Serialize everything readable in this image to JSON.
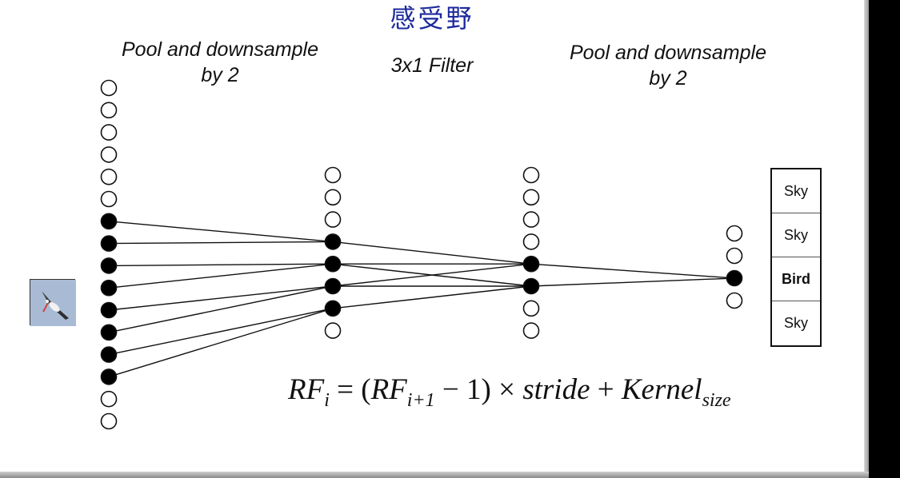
{
  "title": "感受野",
  "labels": {
    "pool_left_line1": "Pool and downsample",
    "pool_left_line2": "by 2",
    "filter": "3x1 Filter",
    "pool_right_line1": "Pool and downsample",
    "pool_right_line2": "by 2"
  },
  "classes": [
    {
      "label": "Sky",
      "bold": false
    },
    {
      "label": "Sky",
      "bold": false
    },
    {
      "label": "Bird",
      "bold": true
    },
    {
      "label": "Sky",
      "bold": false
    }
  ],
  "formula": {
    "lhs": "RF",
    "lhs_sub": "i",
    "eq": " = (",
    "mid": "RF",
    "mid_sub": "i+1",
    "rest_plain": " − 1) × ",
    "stride": "stride",
    "plus": " + ",
    "kernel": "Kernel",
    "kernel_sub": "size"
  },
  "layers": [
    {
      "name": "input",
      "filled": [
        false,
        false,
        false,
        false,
        false,
        false,
        true,
        true,
        true,
        true,
        true,
        true,
        true,
        true,
        false,
        false
      ]
    },
    {
      "name": "pool1",
      "filled": [
        false,
        false,
        false,
        true,
        true,
        true,
        true,
        false
      ]
    },
    {
      "name": "conv",
      "filled": [
        false,
        false,
        false,
        false,
        true,
        true,
        false,
        false
      ]
    },
    {
      "name": "pool2",
      "filled": [
        false,
        false,
        true,
        false
      ]
    }
  ],
  "connections": [
    [
      [
        0,
        6
      ],
      [
        1,
        3
      ]
    ],
    [
      [
        0,
        7
      ],
      [
        1,
        3
      ]
    ],
    [
      [
        0,
        8
      ],
      [
        1,
        4
      ]
    ],
    [
      [
        0,
        9
      ],
      [
        1,
        4
      ]
    ],
    [
      [
        0,
        10
      ],
      [
        1,
        5
      ]
    ],
    [
      [
        0,
        11
      ],
      [
        1,
        5
      ]
    ],
    [
      [
        0,
        12
      ],
      [
        1,
        6
      ]
    ],
    [
      [
        0,
        13
      ],
      [
        1,
        6
      ]
    ],
    [
      [
        1,
        3
      ],
      [
        2,
        4
      ]
    ],
    [
      [
        1,
        4
      ],
      [
        2,
        4
      ]
    ],
    [
      [
        1,
        5
      ],
      [
        2,
        4
      ]
    ],
    [
      [
        1,
        4
      ],
      [
        2,
        5
      ]
    ],
    [
      [
        1,
        5
      ],
      [
        2,
        5
      ]
    ],
    [
      [
        1,
        6
      ],
      [
        2,
        5
      ]
    ],
    [
      [
        2,
        4
      ],
      [
        3,
        2
      ]
    ],
    [
      [
        2,
        5
      ],
      [
        3,
        2
      ]
    ]
  ],
  "colors": {
    "title": "#1c2a9c",
    "node_stroke": "#111111",
    "node_fill": "#000000",
    "thumb_bg": "#a9bbd4"
  }
}
